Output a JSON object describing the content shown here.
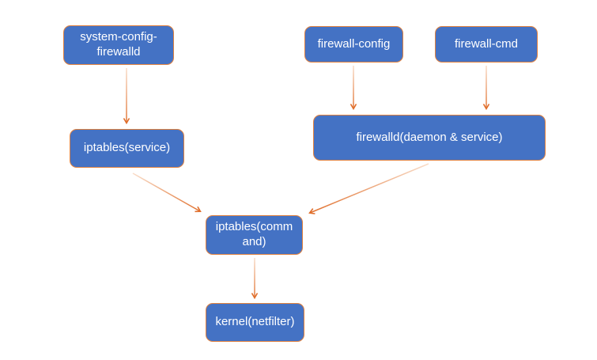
{
  "diagram": {
    "title": "firewalld / iptables architecture diagram",
    "colors": {
      "node_fill": "#4472c4",
      "node_border": "#e0813f",
      "arrow_head": "#e06e2b",
      "arrow_tail": "#f9ddc9",
      "text": "#ffffff",
      "background": "#ffffff"
    },
    "nodes": {
      "system_config_firewalld": {
        "label": "system-config-\nfirewalld"
      },
      "firewall_config": {
        "label": "firewall-config"
      },
      "firewall_cmd": {
        "label": "firewall-cmd"
      },
      "iptables_service": {
        "label": "iptables(service)"
      },
      "firewalld": {
        "label": "firewalld(daemon & service)"
      },
      "iptables_command": {
        "label": "iptables(comm\nand)"
      },
      "kernel_netfilter": {
        "label": "kernel(netfilter)"
      }
    },
    "edges": [
      {
        "from": "system-config-firewalld",
        "to": "iptables(service)"
      },
      {
        "from": "firewall-config",
        "to": "firewalld(daemon & service)"
      },
      {
        "from": "firewall-cmd",
        "to": "firewalld(daemon & service)"
      },
      {
        "from": "iptables(service)",
        "to": "iptables(command)"
      },
      {
        "from": "firewalld(daemon & service)",
        "to": "iptables(command)"
      },
      {
        "from": "iptables(command)",
        "to": "kernel(netfilter)"
      }
    ]
  }
}
